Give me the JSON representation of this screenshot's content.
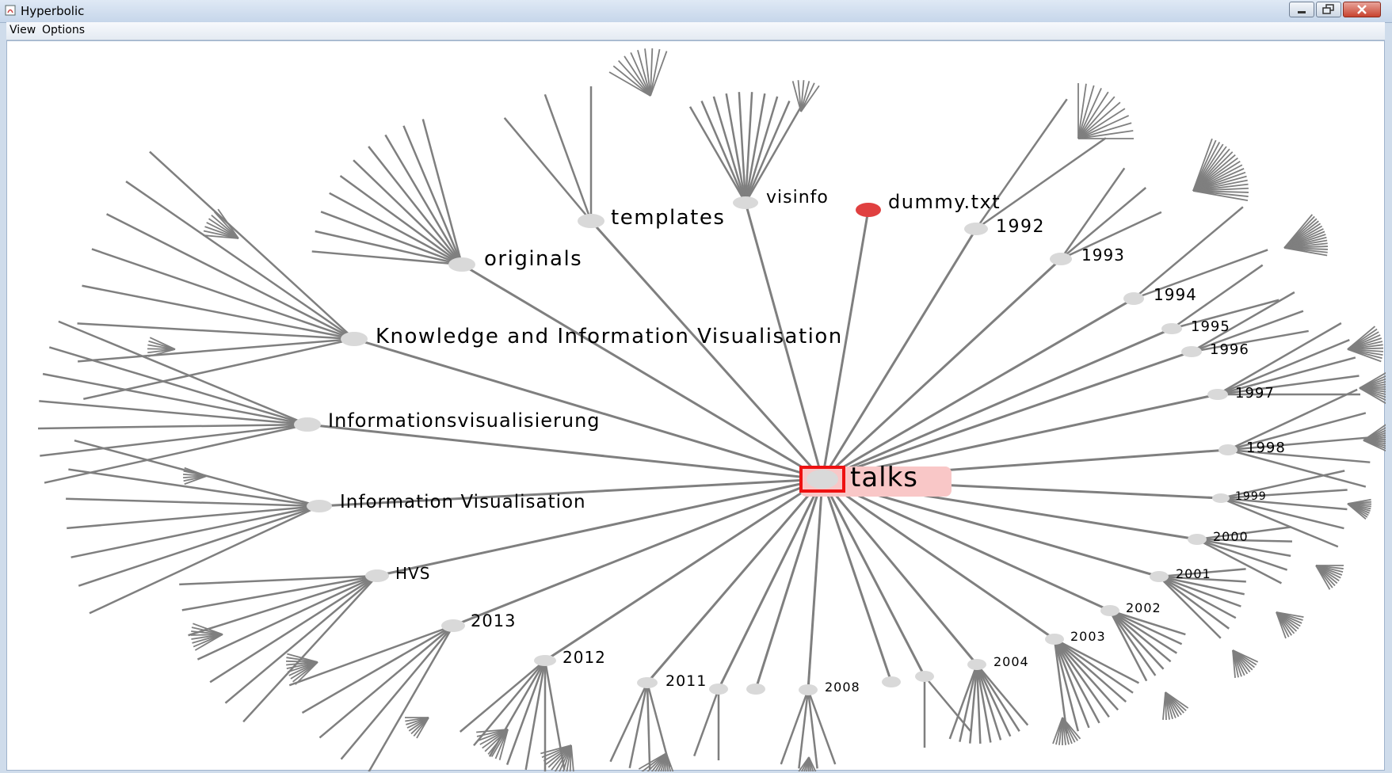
{
  "window": {
    "title": "Hyperbolic"
  },
  "menu": {
    "items": [
      "View",
      "Options"
    ]
  },
  "tree": {
    "focus_label": "talks",
    "nodes": [
      "visinfo",
      "dummy.txt",
      "templates",
      "originals",
      "Knowledge and Information Visualisation",
      "Informationsvisualisierung",
      "Information Visualisation",
      "HVS",
      "2013",
      "2012",
      "2011",
      "2008",
      "2004",
      "2003",
      "2002",
      "2001",
      "2000",
      "1999",
      "1998",
      "1997",
      "1996",
      "1995",
      "1994",
      "1993",
      "1992"
    ]
  },
  "colors": {
    "edge": "#7f7f7f",
    "node": "#d9d9d9",
    "selected_node": "#e04040",
    "focus_highlight": "#f9c7c7",
    "focus_border": "#ee1111"
  }
}
